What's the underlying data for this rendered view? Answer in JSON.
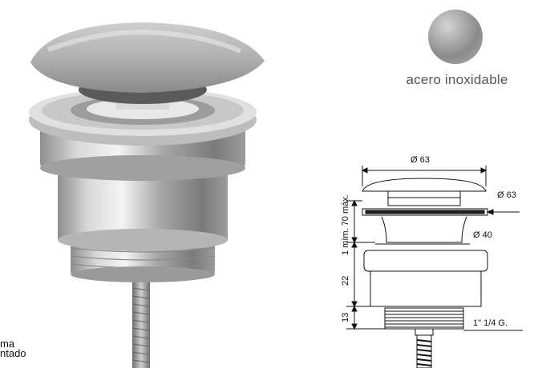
{
  "swatch": {
    "label": "acero inoxidable",
    "color": "#9a9a9a"
  },
  "caption": {
    "line1": "ma",
    "line2": "ntado"
  },
  "dimensions": {
    "top_diameter": "Ø 63",
    "side_diameter": "Ø 63",
    "body_diameter": "Ø 40",
    "height_range": "1 mím. 70 máx.",
    "body_height": "22",
    "thread_height": "13",
    "thread_spec": "1\" 1/4 G."
  }
}
